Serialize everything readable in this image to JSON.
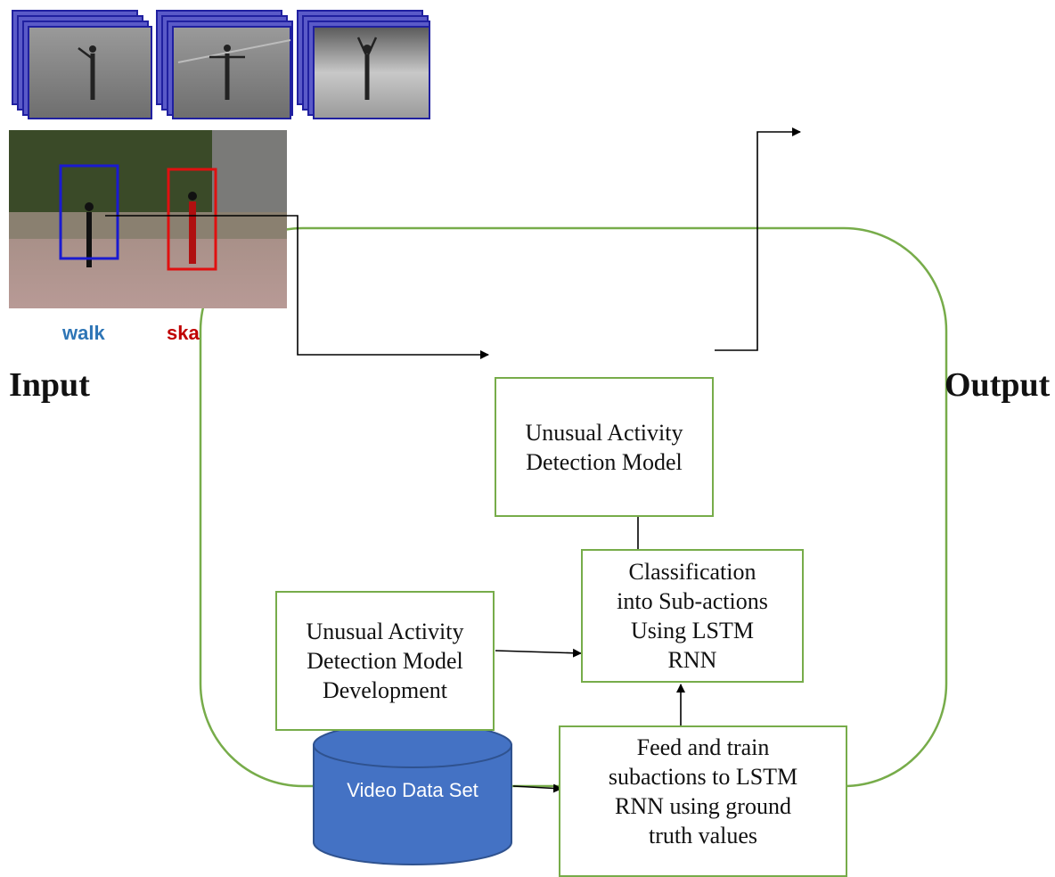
{
  "labels": {
    "input": "Input",
    "output": "Output"
  },
  "boxes": {
    "detection_model": "Unusual Activity\nDetection Model",
    "development": "Unusual Activity\nDetection Model\nDevelopment",
    "classification": "Classification\ninto Sub-actions\nUsing LSTM\nRNN",
    "feed_train": "Feed and train\nsubactions to LSTM\nRNN using ground\ntruth values"
  },
  "database": {
    "label": "Video Data Set"
  },
  "thumbnails": {
    "captions": [
      "walk",
      "ska"
    ]
  },
  "colors": {
    "outline_green": "#77ac4a",
    "database_fill": "#4472c4",
    "arrow": "#000000",
    "walk_caption": "#2e75b6",
    "ska_caption": "#c00000",
    "walk_box": "#1a1ad0",
    "ska_box": "#e01010"
  }
}
